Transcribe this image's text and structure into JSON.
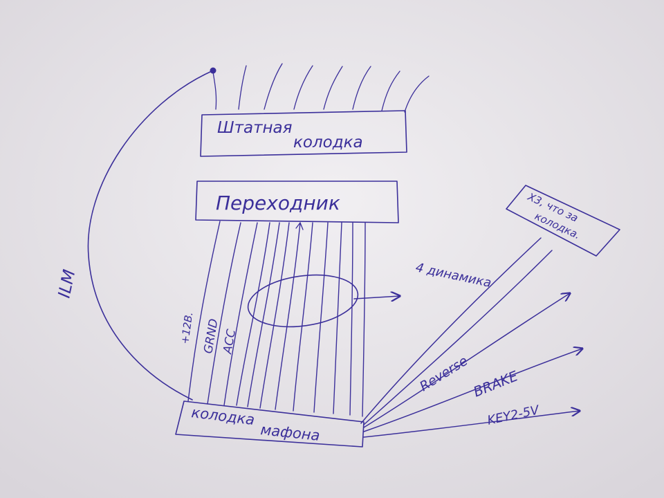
{
  "colors": {
    "ink": "#3b2f9a",
    "paper": "#e9e6ea"
  },
  "boxes": {
    "stock_connector": {
      "line1": "Штатная",
      "line2": "колодка"
    },
    "adapter": {
      "label": "Переходник"
    },
    "unknown_connector": {
      "line1": "Х3, что за",
      "line2": "колодка."
    },
    "headunit_connector": {
      "line1": "колодка",
      "line2": "мафона"
    }
  },
  "labels": {
    "ilm": "ILM",
    "plus12": "+12В.",
    "gnd": "GRND",
    "acc": "ACC",
    "speakers": "4 динамика",
    "reverse": "Reverse",
    "brake": "BRAKE",
    "key2": "KEY2-5V"
  }
}
